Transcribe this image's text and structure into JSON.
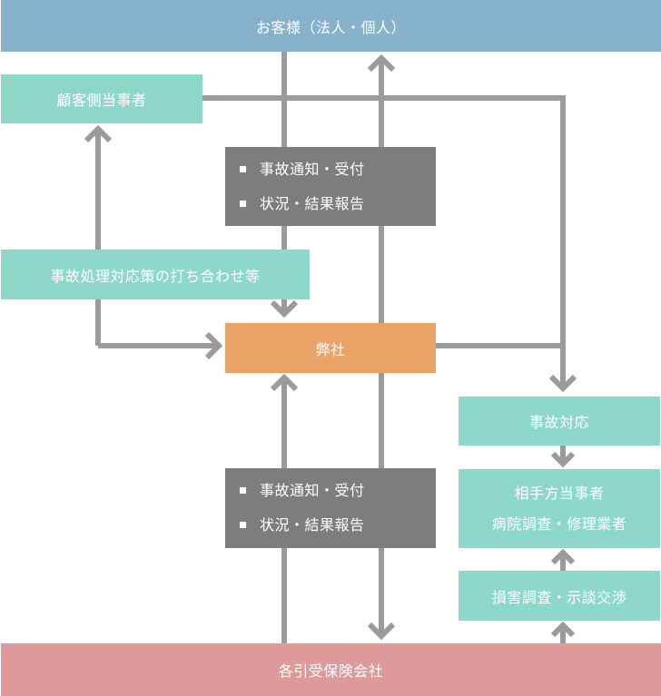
{
  "nodes": {
    "customer": "お客様（法人・個人）",
    "customer_contact": "顧客側当事者",
    "coordination": "事故処理対応策の打ち合わせ等",
    "company": "弊社",
    "insurers": "各引受保険会社",
    "accident_response": "事故対応",
    "counterparty": [
      "相手方当事者",
      "病院調査・修理業者"
    ],
    "damage_survey": "損害調査・示談交渉"
  },
  "info_box_upper": [
    "事故通知・受付",
    "状況・結果報告"
  ],
  "info_box_lower": [
    "事故通知・受付",
    "状況・結果報告"
  ],
  "colors": {
    "top_bar": "#86b3cb",
    "bottom_bar": "#de9a9b",
    "teal_box": "#8dd8c9",
    "orange_box": "#e9a366",
    "gray_box": "#7d7d7d",
    "arrow": "#9b9b9b"
  }
}
